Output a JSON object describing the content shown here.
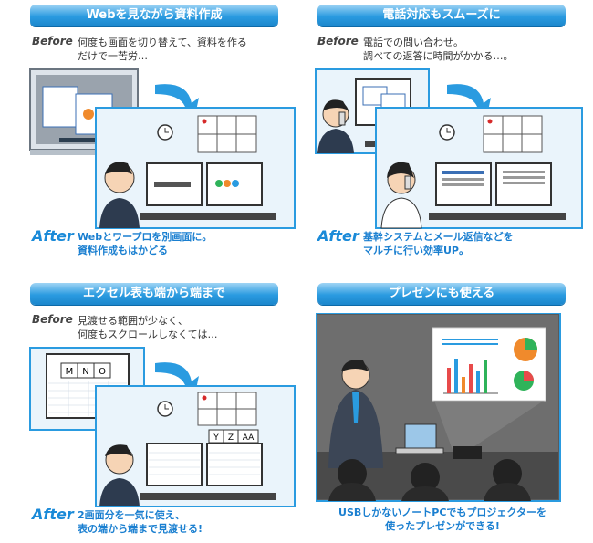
{
  "panels": [
    {
      "title": "Webを見ながら資料作成",
      "before_label": "Before",
      "before_text": "何度も画面を切り替えて、資料を作る\nだけで一苦労…",
      "after_label": "After",
      "after_text": "Webとワープロを別画面に。\n資料作成もはかどる"
    },
    {
      "title": "電話対応もスムーズに",
      "before_label": "Before",
      "before_text": "電話での問い合わせ。\n調べての返答に時間がかかる…。",
      "after_label": "After",
      "after_text": "基幹システムとメール返信などを\nマルチに行い効率UP。"
    },
    {
      "title": "エクセル表も端から端まで",
      "before_label": "Before",
      "before_text": "見渡せる範囲が少なく、\n何度もスクロールしなくては…",
      "after_label": "After",
      "after_text": "2画面分を一気に使え、\n表の端から端まで見渡せる!",
      "columns_before": [
        "M",
        "N",
        "O"
      ],
      "columns_after": [
        "Y",
        "Z",
        "AA"
      ]
    },
    {
      "title": "プレゼンにも使える",
      "caption": "USBしかないノートPCでもプロジェクターを\n使ったプレゼンができる!"
    }
  ],
  "colors": {
    "accent": "#1a8ad8",
    "title_bar": "#2a9be0",
    "scene_bg": "#eaf4fb",
    "scene_border": "#2a9be0"
  }
}
